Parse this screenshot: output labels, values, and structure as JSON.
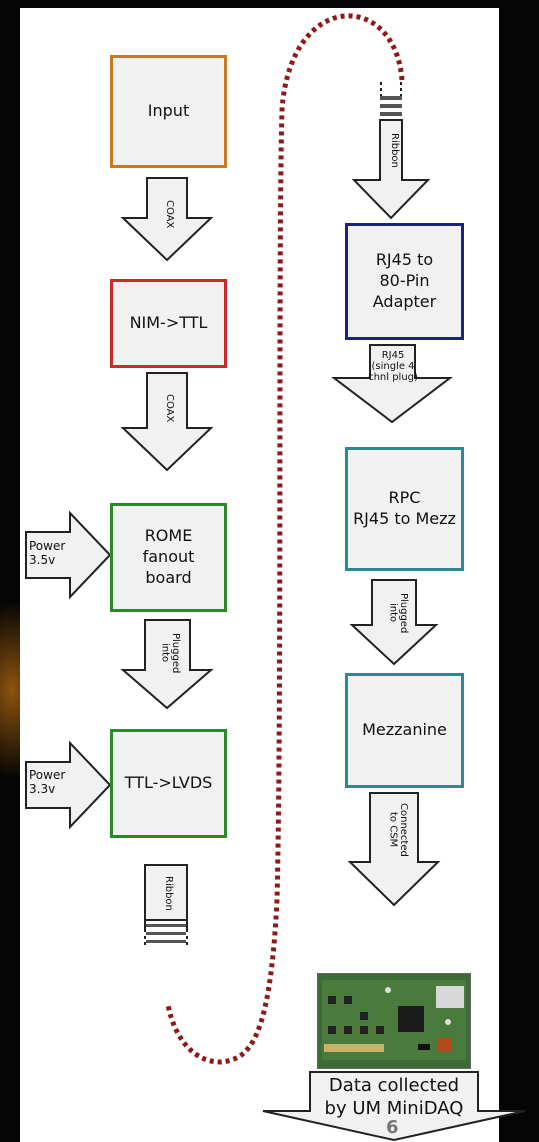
{
  "boxes": {
    "input": "Input",
    "nim_ttl": "NIM->TTL",
    "rome": "ROME\nfanout\nboard",
    "ttl_lvds": "TTL->LVDS",
    "rj45_adapter": "RJ45 to\n80-Pin\nAdapter",
    "rpc": "RPC\nRJ45 to Mezz",
    "mezzanine": "Mezzanine"
  },
  "arrows": {
    "coax1": "COAX",
    "coax2": "COAX",
    "plugged1": "Plugged\ninto",
    "ribbon_left": "Ribbon",
    "ribbon_right": "Ribbon",
    "rj45": "RJ45\n(single 4\nchnl plug)",
    "plugged2": "Plugged\ninto",
    "connected": "Connected\nto CSM"
  },
  "power": {
    "p35": "Power\n3.5v",
    "p33": "Power\n3.3v"
  },
  "final": "Data collected\nby UM MiniDAQ",
  "page_number": "6",
  "colors": {
    "input": "#cc7722",
    "nim": "#cc2a2a",
    "green": "#2a8a2a",
    "navy": "#1a237e",
    "teal": "#2a8a90",
    "dotted": "#8b1a1a"
  },
  "icons": {
    "board_photo": "circuit-board-photo"
  }
}
